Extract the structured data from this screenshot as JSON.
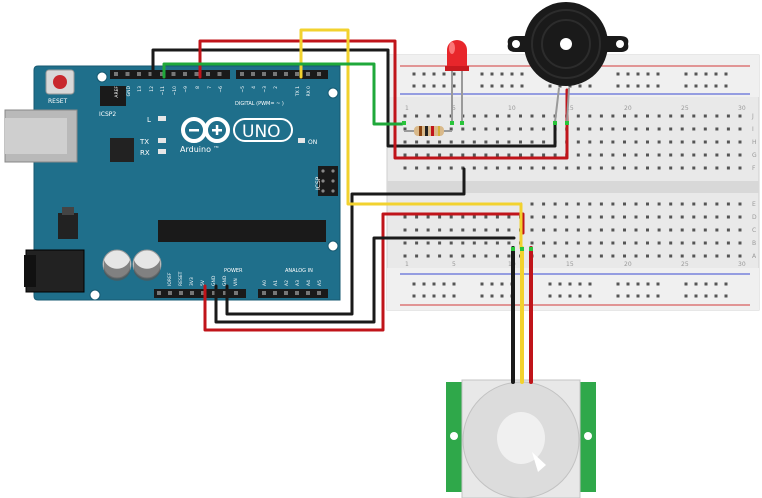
{
  "board": {
    "reset_label": "RESET",
    "icsp2_label": "ICSP2",
    "l_label": "L",
    "tx_label": "TX",
    "rx_label": "RX",
    "brand": "Arduino",
    "tm": "TM",
    "model": "UNO",
    "on_label": "ON",
    "icsp_label": "ICSP",
    "digital_label": "DIGITAL (PWM= ~ )",
    "analog_label": "ANALOG IN",
    "power_label": "POWER",
    "digital_pins": [
      "AREF",
      "GND",
      "13",
      "12",
      "~11",
      "~10",
      "~9",
      "8",
      "7",
      "~6",
      "~5",
      "4",
      "~3",
      "2",
      "TX 1",
      "RX 0"
    ],
    "power_pins": [
      "IOREF",
      "RESET",
      "3V3",
      "5V",
      "GND",
      "GND",
      "VIN"
    ],
    "analog_pins": [
      "A0",
      "A1",
      "A2",
      "A3",
      "A4",
      "A5"
    ]
  },
  "breadboard": {
    "column_numbers": [
      "1",
      "5",
      "10",
      "15",
      "20",
      "25",
      "30"
    ],
    "row_letters_top": [
      "J",
      "I",
      "H",
      "G",
      "F"
    ],
    "row_letters_bottom": [
      "E",
      "D",
      "C",
      "B",
      "A"
    ]
  },
  "colors": {
    "board": "#1f6f8b",
    "wire_red": "#c0141a",
    "wire_black": "#1a1a1a",
    "wire_yellow": "#f2d22e",
    "wire_green": "#1fa83a",
    "led_red": "#e8262b",
    "pir_green": "#2fa84a",
    "breadboard": "#eeeeee"
  },
  "components": [
    "led",
    "resistor",
    "buzzer",
    "pir-sensor"
  ]
}
